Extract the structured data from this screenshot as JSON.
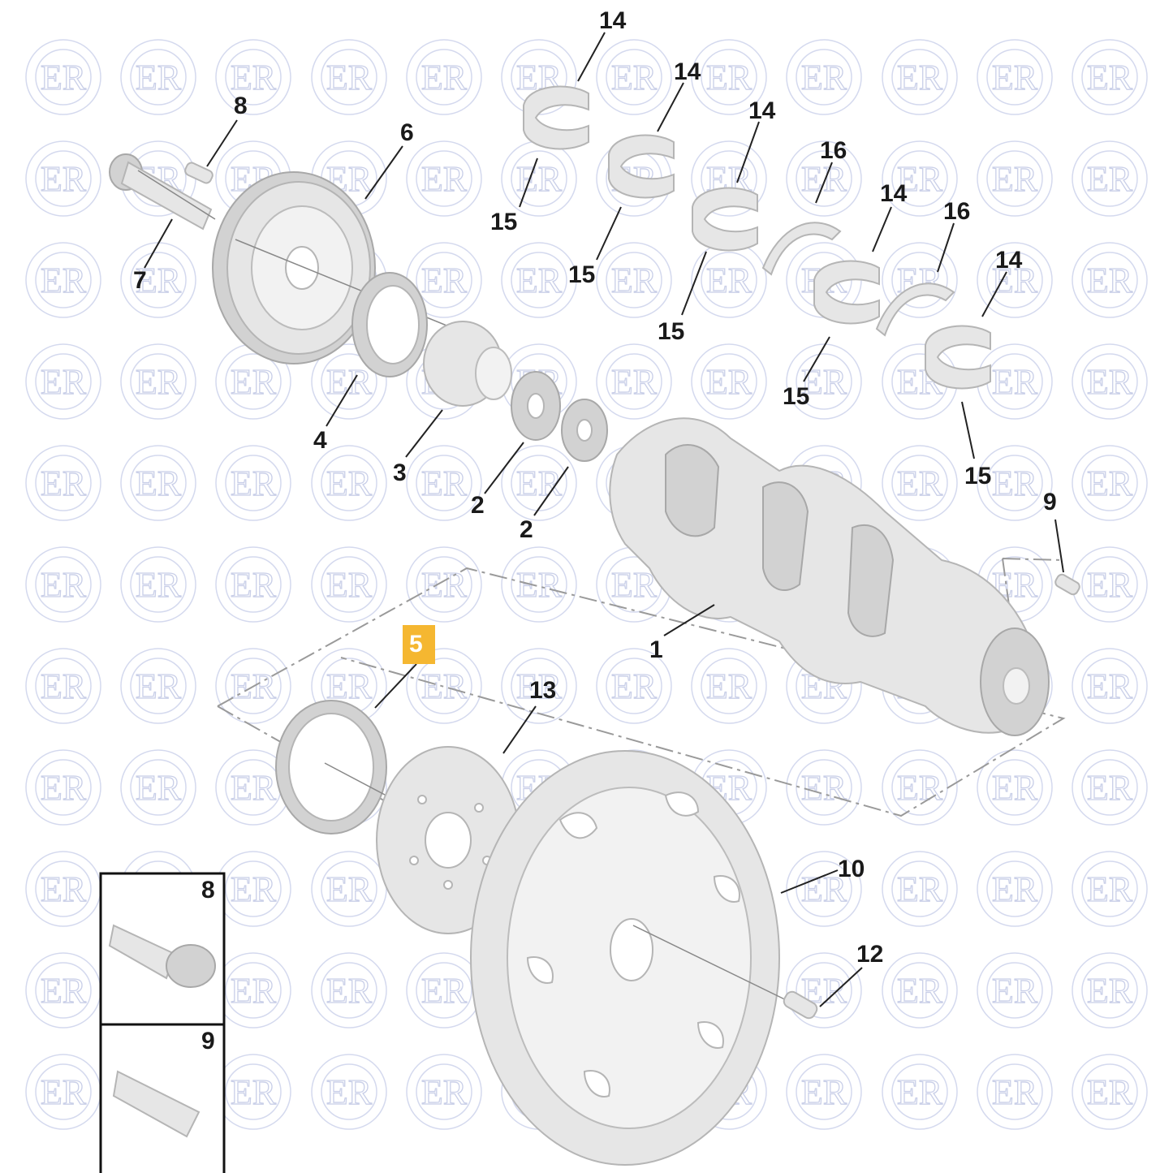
{
  "watermark": {
    "text": "ER"
  },
  "callouts": [
    {
      "id": "c14a",
      "text": "14"
    },
    {
      "id": "c14b",
      "text": "14"
    },
    {
      "id": "c14c",
      "text": "14"
    },
    {
      "id": "c14d",
      "text": "14"
    },
    {
      "id": "c14e",
      "text": "14"
    },
    {
      "id": "c16a",
      "text": "16"
    },
    {
      "id": "c16b",
      "text": "16"
    },
    {
      "id": "c15a",
      "text": "15"
    },
    {
      "id": "c15b",
      "text": "15"
    },
    {
      "id": "c15c",
      "text": "15"
    },
    {
      "id": "c15d",
      "text": "15"
    },
    {
      "id": "c15e",
      "text": "15"
    },
    {
      "id": "c8",
      "text": "8"
    },
    {
      "id": "c6",
      "text": "6"
    },
    {
      "id": "c7",
      "text": "7"
    },
    {
      "id": "c4",
      "text": "4"
    },
    {
      "id": "c3",
      "text": "3"
    },
    {
      "id": "c2a",
      "text": "2"
    },
    {
      "id": "c2b",
      "text": "2"
    },
    {
      "id": "c9",
      "text": "9"
    },
    {
      "id": "c1",
      "text": "1"
    },
    {
      "id": "c5",
      "text": "5",
      "highlighted": true
    },
    {
      "id": "c13",
      "text": "13"
    },
    {
      "id": "c10",
      "text": "10"
    },
    {
      "id": "c12",
      "text": "12"
    }
  ],
  "insets": [
    {
      "id": "inset8",
      "text": "8"
    },
    {
      "id": "inset9",
      "text": "9"
    }
  ],
  "colors": {
    "highlight": "#f5b731",
    "watermark": "#c9cfe8",
    "part": "#e6e6e6"
  }
}
